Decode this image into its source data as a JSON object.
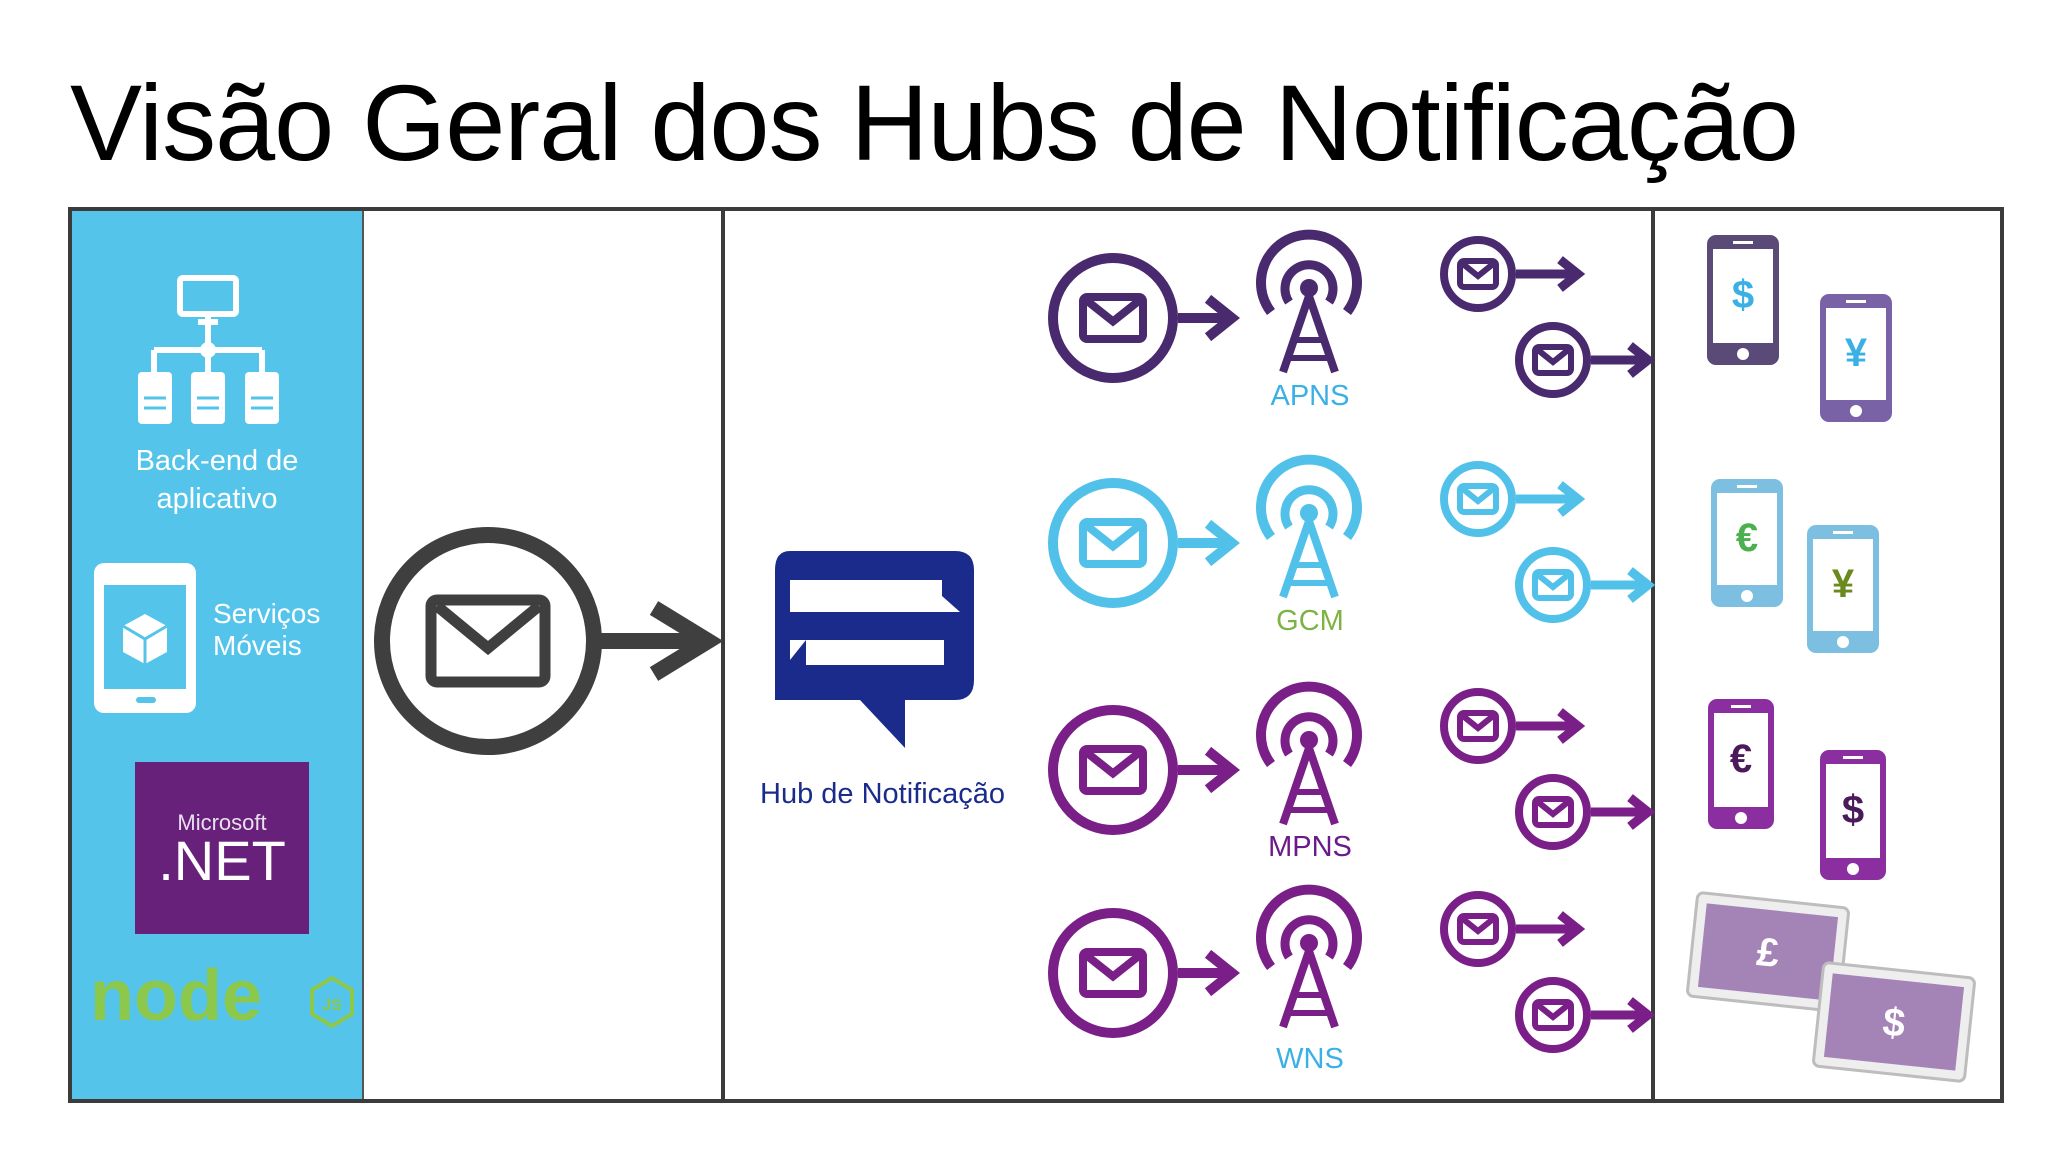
{
  "title": "Visão Geral dos Hubs de Notificação",
  "left_panel": {
    "backend_label": "Back-end de aplicativo",
    "mobile_services_label": "Serviços Móveis",
    "net_logo": {
      "brand": "Microsoft",
      "name": ".NET"
    },
    "node_logo": {
      "text": "node",
      "badge": "JS"
    }
  },
  "hub": {
    "label": "Hub de Notificação",
    "icon": "notification-hub-icon"
  },
  "services": [
    {
      "name": "APNS",
      "color": "#4a2a6e",
      "label_color": "#3ab0e5"
    },
    {
      "name": "GCM",
      "color": "#52c1ea",
      "label_color": "#7cb342"
    },
    {
      "name": "MPNS",
      "color": "#7a1f88",
      "label_color": "#6a1b8a"
    },
    {
      "name": "WNS",
      "color": "#7a1f88",
      "label_color": "#3ab0e5"
    }
  ],
  "devices": [
    {
      "row": 0,
      "kind": "phone",
      "currency": "$"
    },
    {
      "row": 0,
      "kind": "phone",
      "currency": "¥"
    },
    {
      "row": 1,
      "kind": "phone",
      "currency": "€"
    },
    {
      "row": 1,
      "kind": "phone",
      "currency": "¥"
    },
    {
      "row": 2,
      "kind": "phone",
      "currency": "€"
    },
    {
      "row": 2,
      "kind": "phone",
      "currency": "$"
    },
    {
      "row": 3,
      "kind": "tablet",
      "currency": "£"
    },
    {
      "row": 3,
      "kind": "tablet",
      "currency": "$"
    }
  ],
  "colors": {
    "sidebar": "#55c4ea",
    "frame": "#3b3b3b",
    "hub": "#1a2b8c",
    "net_bg": "#68217a"
  }
}
